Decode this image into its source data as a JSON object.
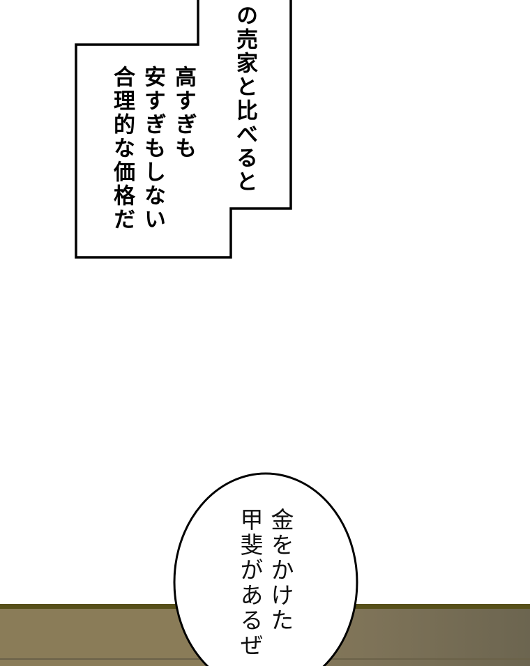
{
  "panel": {
    "background_color": "#ffffff",
    "floor_color": "#8a7c58",
    "floor_edge_color": "#57501a"
  },
  "narration_box": {
    "line_1": "の売家と比べると",
    "line_2": "高すぎも",
    "line_3": "安すぎもしない",
    "line_4": "合理的な価格だ"
  },
  "speech_bubble": {
    "line_1": "金をかけた",
    "line_2": "甲斐があるぜ"
  }
}
